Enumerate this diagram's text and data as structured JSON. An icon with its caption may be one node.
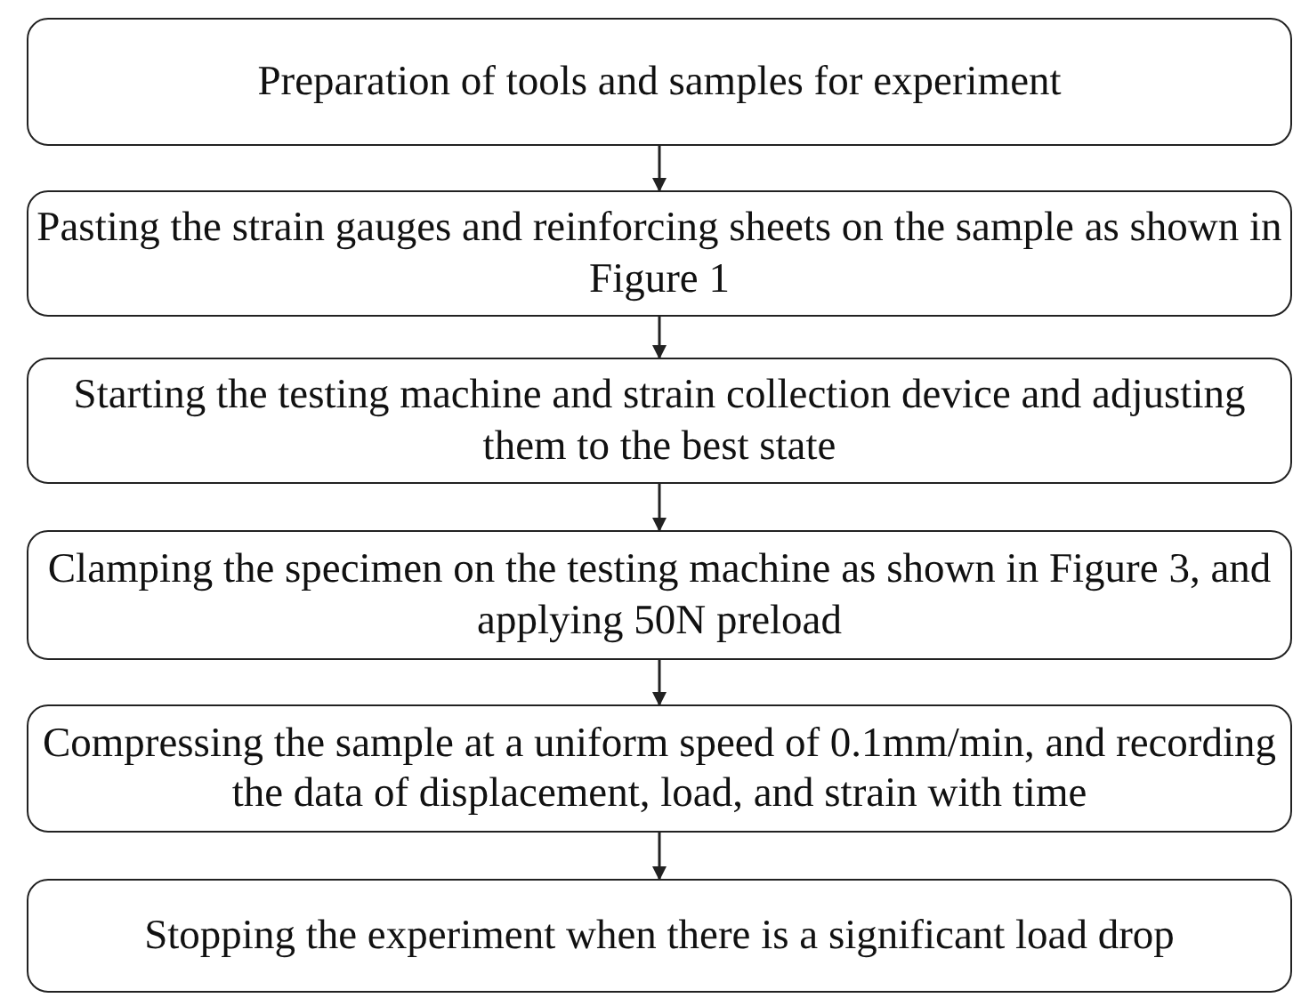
{
  "diagram": {
    "nodes": [
      {
        "text": [
          "Preparation of tools and samples for experiment"
        ]
      },
      {
        "text": [
          "Pasting the strain gauges and reinforcing sheets on the sample as shown in Figure 1"
        ]
      },
      {
        "text": [
          "Starting the testing machine and strain collection device and adjusting them to the best state"
        ]
      },
      {
        "text": [
          "Clamping the specimen on the testing machine as shown in Figure 3, and applying 50N preload"
        ]
      },
      {
        "text": [
          "Compressing the sample at a uniform speed of 0.1mm/min, and recording the data of displacement, load, and strain with time"
        ]
      },
      {
        "text": [
          "Stopping the experiment when there is a significant load drop"
        ]
      }
    ],
    "edges": [
      {
        "from": 0,
        "to": 1,
        "arrow": "to"
      },
      {
        "from": 1,
        "to": 2,
        "arrow": "to"
      },
      {
        "from": 2,
        "to": 3,
        "arrow": "to"
      },
      {
        "from": 3,
        "to": 4,
        "arrow": "to"
      },
      {
        "from": 4,
        "to": 5,
        "arrow": "to"
      }
    ]
  }
}
